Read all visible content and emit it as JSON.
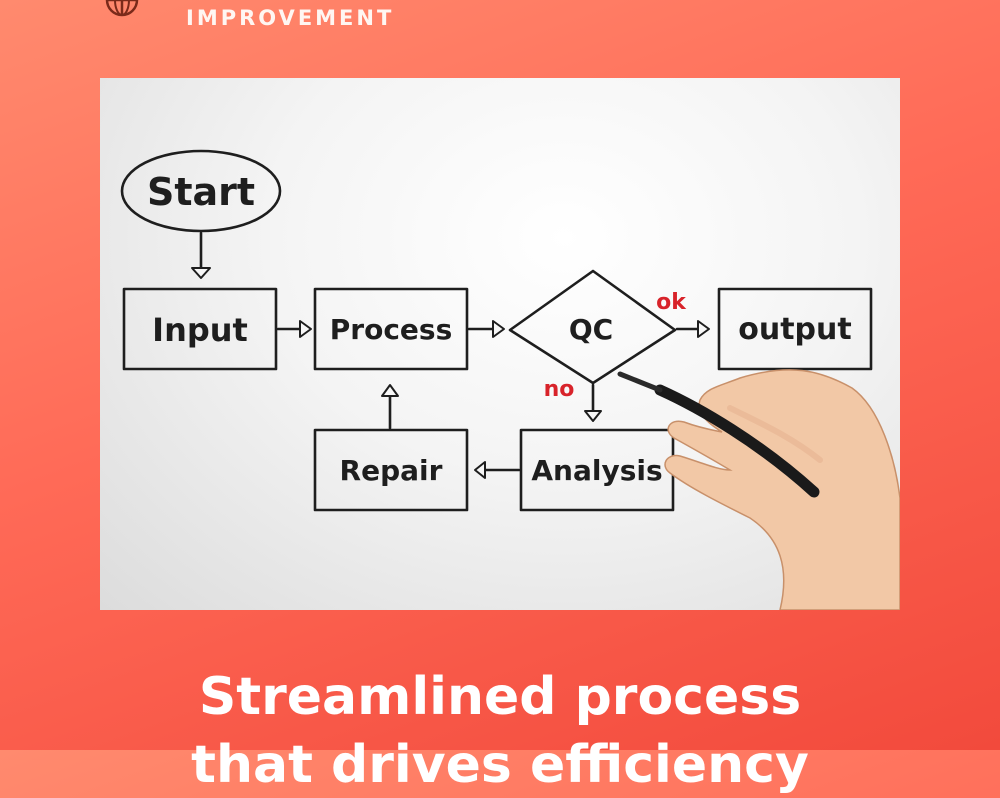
{
  "header": {
    "category": "IMPROVEMENT",
    "logo_icon": "globe-icon"
  },
  "diagram": {
    "nodes": {
      "start": "Start",
      "input": "Input",
      "process": "Process",
      "qc": "QC",
      "output": "output",
      "analysis": "Analysis",
      "repair": "Repair"
    },
    "edge_labels": {
      "ok": "ok",
      "no": "no"
    },
    "ink_color": "#1e1e1e",
    "accent_color": "#d8232a"
  },
  "caption": {
    "line1": "Streamlined process",
    "line2": "that drives efficiency"
  },
  "colors": {
    "background_top": "#ff8a6e",
    "background_bottom": "#f24a3c",
    "text": "#ffffff"
  }
}
